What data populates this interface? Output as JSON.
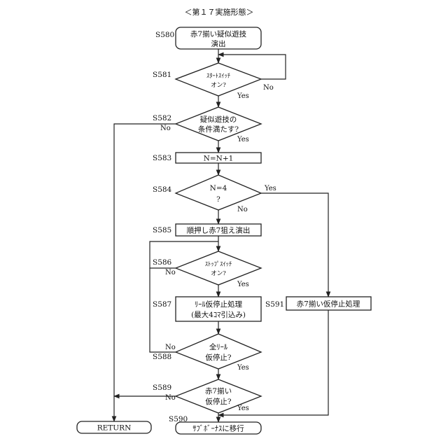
{
  "title": "＜第１７実施形態＞",
  "steps": {
    "s580": {
      "id": "S580",
      "lines": [
        "赤7揃い疑似遊技",
        "演出"
      ]
    },
    "s581": {
      "id": "S581",
      "lines": [
        "ｽﾀｰﾄｽｲｯﾁ",
        "オン?"
      ],
      "yes": "Yes",
      "no": "No"
    },
    "s582": {
      "id": "S582",
      "lines": [
        "疑似遊技の",
        "条件満たす?"
      ],
      "yes": "Yes",
      "no": "No"
    },
    "s583": {
      "id": "S583",
      "text": "N=N+1"
    },
    "s584": {
      "id": "S584",
      "lines": [
        "N=4",
        "?"
      ],
      "yes": "Yes",
      "no": "No"
    },
    "s585": {
      "id": "S585",
      "text": "順押し赤7狙え演出"
    },
    "s586": {
      "id": "S586",
      "lines": [
        "ｽﾄｯﾌﾟｽｲｯﾁ",
        "オン?"
      ],
      "yes": "Yes",
      "no": "No"
    },
    "s587": {
      "id": "S587",
      "lines": [
        "ﾘｰﾙ仮停止処理",
        "(最大4ｺﾏ引込み)"
      ]
    },
    "s588": {
      "id": "S588",
      "lines": [
        "全ﾘｰﾙ",
        "仮停止?"
      ],
      "yes": "Yes",
      "no": "No"
    },
    "s589": {
      "id": "S589",
      "lines": [
        "赤7揃い",
        "仮停止?"
      ],
      "yes": "Yes",
      "no": "No"
    },
    "s590": {
      "id": "S590",
      "text": "ｻﾌﾞﾎﾞｰﾅｽに移行"
    },
    "s591": {
      "id": "S591",
      "text": "赤7揃い仮停止処理"
    }
  },
  "return_label": "RETURN"
}
